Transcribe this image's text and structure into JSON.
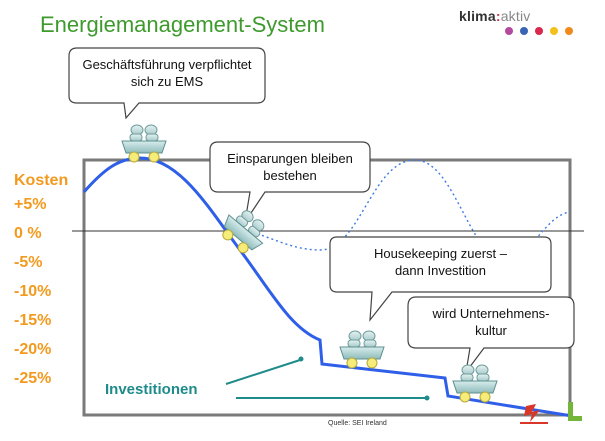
{
  "title": "Energiemanagement-System",
  "brand": {
    "bold": "klima",
    "colon": ":",
    "light": "aktiv"
  },
  "brand_dots": [
    "#b44aa0",
    "#3a64b4",
    "#d9274e",
    "#f3c11a",
    "#f08a1c"
  ],
  "y_axis": {
    "label": "Kosten",
    "ticks": [
      "+5%",
      "0 %",
      "-5%",
      "-10%",
      "-15%",
      "-20%",
      "-25%"
    ]
  },
  "callouts": [
    {
      "line1": "Geschäftsführung verpflichtet",
      "line2": "sich zu EMS"
    },
    {
      "line1": "Einsparungen bleiben",
      "line2": "bestehen"
    },
    {
      "line1": "Housekeeping zuerst –",
      "line2": "dann Investition"
    },
    {
      "line1": "wird Unternehmens-",
      "line2": "kultur"
    }
  ],
  "investment_label": "Investitionen",
  "source": "Quelle: SEI Ireland",
  "colors": {
    "title": "#3f9a2e",
    "axis_labels": "#f39a1e",
    "curve": "#2f5fe8",
    "dotted_curve": "#3d7be0",
    "investment": "#1f8b8b",
    "frame": "#7a7a7a"
  }
}
